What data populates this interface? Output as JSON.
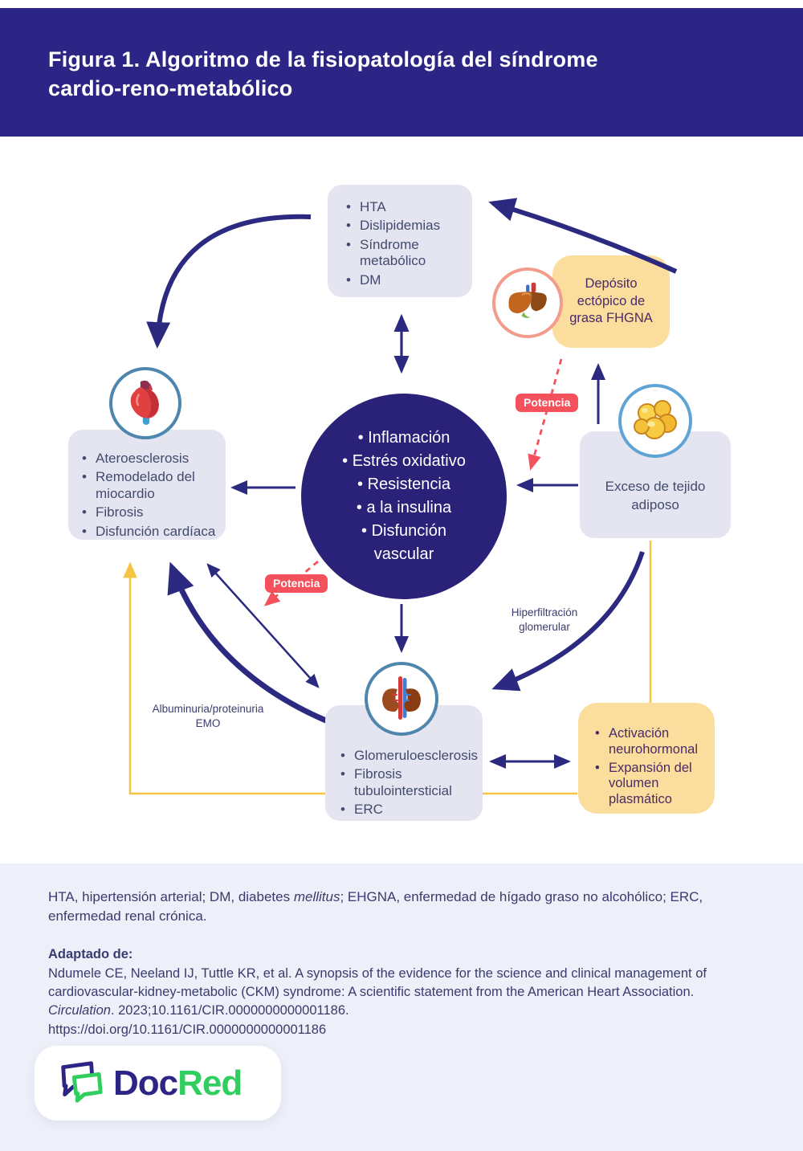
{
  "header": {
    "title": "Figura 1. Algoritmo de la fisiopatología del síndrome cardio-reno-metabólico"
  },
  "diagram": {
    "center_circle": {
      "items": [
        "Inflamación",
        "Estrés oxidativo",
        "Resistencia",
        "a la insulina",
        "Disfunción"
      ],
      "last_line": "vascular"
    },
    "top_box": {
      "items": [
        "HTA",
        "Dislipidemias",
        "Síndrome metabólico",
        "DM"
      ]
    },
    "liver_box": {
      "text": "Depósito ectópico de grasa FHGNA"
    },
    "heart_box": {
      "items": [
        "Ateroesclerosis",
        "Remodelado del miocardio",
        "Fibrosis",
        "Disfunción cardíaca"
      ]
    },
    "adipose_box": {
      "text": "Exceso de tejido adiposo"
    },
    "kidney_box": {
      "items": [
        "Glomeruloesclerosis",
        "Fibrosis tubulointersticial",
        "ERC"
      ]
    },
    "neurohormonal_box": {
      "items": [
        "Activación neurohormonal",
        "Expansión del volumen plasmático"
      ]
    },
    "badges": {
      "potencia_top": "Potencia",
      "potencia_bottom": "Potencia"
    },
    "labels": {
      "hyperfiltration": "Hiperfiltración glomerular",
      "albuminuria": "Albuminuria/proteinuria EMO"
    }
  },
  "footer": {
    "abbreviations": [
      {
        "text": "HTA, hipertensión arterial; DM, diabetes "
      },
      {
        "text": "mellitus",
        "italic": true
      },
      {
        "text": "; EHGNA, enfermedad de hígado graso no alcohólico; ERC, enfermedad renal crónica."
      }
    ],
    "adapted_label": "Adaptado de:",
    "reference": [
      {
        "text": "Ndumele CE, Neeland IJ, Tuttle KR, et al. A synopsis of the evidence for the science and clinical management of cardiovascular-kidney-metabolic (CKM) syndrome: A scientific statement from the American Heart Association. "
      },
      {
        "text": "Circulation",
        "italic": true
      },
      {
        "text": ". 2023;10.1161/CIR.0000000000001186."
      }
    ],
    "doi_url": "https://doi.org/10.1161/CIR.0000000000001186"
  },
  "logo": {
    "text_primary": "Doc",
    "text_secondary": "Red"
  },
  "colors": {
    "header_bg": "#2D2585",
    "center_circle_bg": "#2A2178",
    "arrow_navy": "#2C2A80",
    "gray_box_bg": "#E4E5F0",
    "yellow_box_bg": "#FBDE9E",
    "badge_red": "#F4515C",
    "line_yellow": "#F5C443",
    "footer_bg": "#EDF0F8",
    "logo_green": "#2FCE5F",
    "heart_ring": "#4E86AD",
    "liver_ring": "#F29C8B",
    "adipose_ring": "#5FA4D4"
  }
}
